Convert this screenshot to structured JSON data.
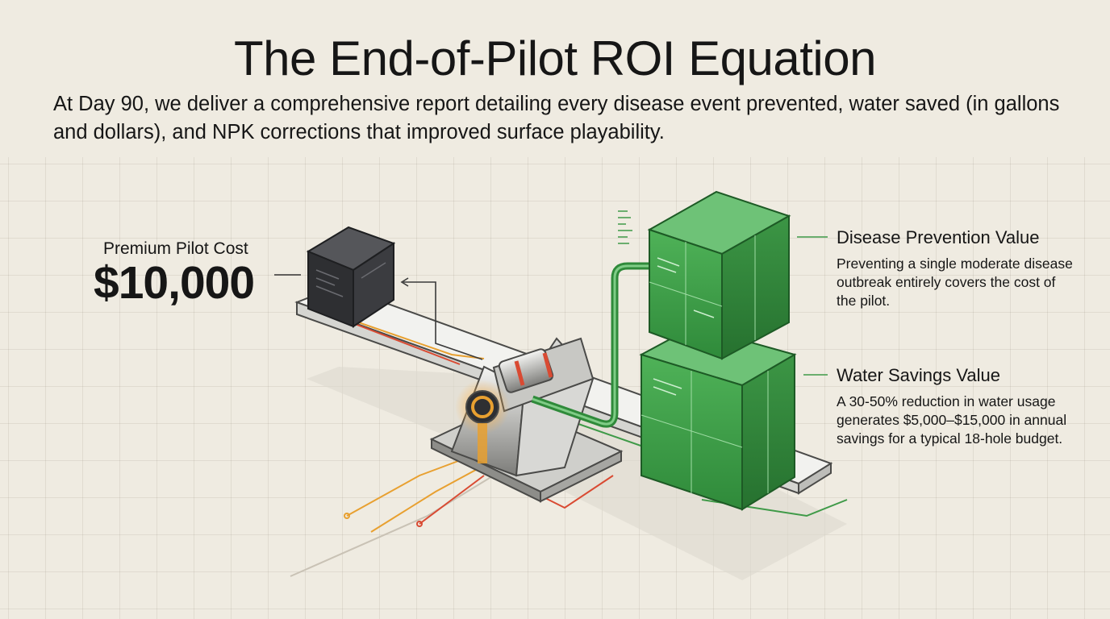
{
  "title": "The End-of-Pilot ROI Equation",
  "subtitle": "At Day 90, we deliver a comprehensive report detailing every disease event prevented, water saved (in gallons and dollars), and NPK corrections that improved surface playability.",
  "cost": {
    "label": "Premium Pilot Cost",
    "value": "$10,000"
  },
  "values": [
    {
      "title": "Disease Prevention Value",
      "description": "Preventing a single moderate disease outbreak entirely covers the cost of the pilot."
    },
    {
      "title": "Water Savings Value",
      "description": "A 30-50% reduction in water usage generates $5,000–$15,000 in annual savings for a typical 18-hole budget."
    }
  ],
  "colors": {
    "background": "#efebe1",
    "green": "#3f9a48",
    "dark_cube": "#2e2f32",
    "orange": "#e8a030",
    "red": "#d94a32"
  }
}
